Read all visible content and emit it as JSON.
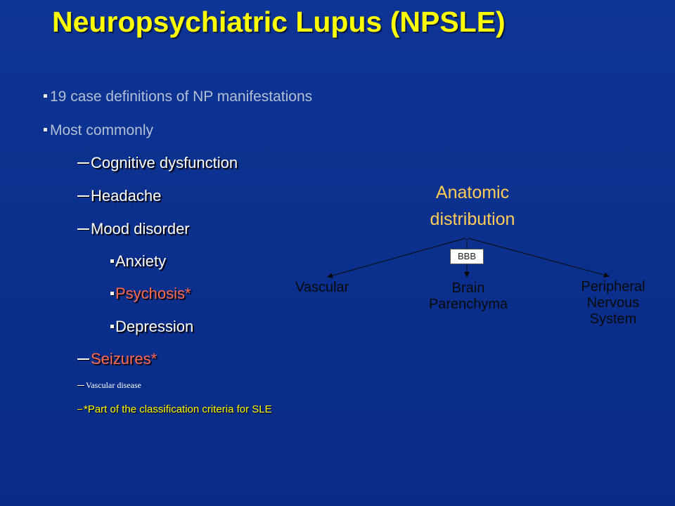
{
  "slide": {
    "title": "Neuropsychiatric Lupus (NPSLE)",
    "bullets": {
      "case_definitions": "19 case definitions of NP manifestations",
      "most_commonly": "Most commonly",
      "cognitive": "Cognitive dysfunction",
      "headache": "Headache",
      "mood": "Mood disorder",
      "anxiety": "Anxiety",
      "psychosis": "Psychosis*",
      "depression": "Depression",
      "seizures": "Seizures*",
      "vascular_disease": "Vascular disease",
      "footnote": "*Part of the classification criteria for SLE"
    },
    "diagram": {
      "title_line1": "Anatomic",
      "title_line2": "distribution",
      "barrier_label": "BBB",
      "vascular": "Vascular",
      "brain_line1": "Brain",
      "brain_line2": "Parenchyma",
      "peripheral_line1": "Peripheral",
      "peripheral_line2": "Nervous",
      "peripheral_line3": "System"
    }
  },
  "colors": {
    "background": "#0b2f8f",
    "title": "#ffff00",
    "level1_text": "#b3bfd4",
    "highlight_red": "#ff6a4a",
    "diagram_title": "#ffcc55",
    "diagram_node_text": "#0a0a0a"
  }
}
